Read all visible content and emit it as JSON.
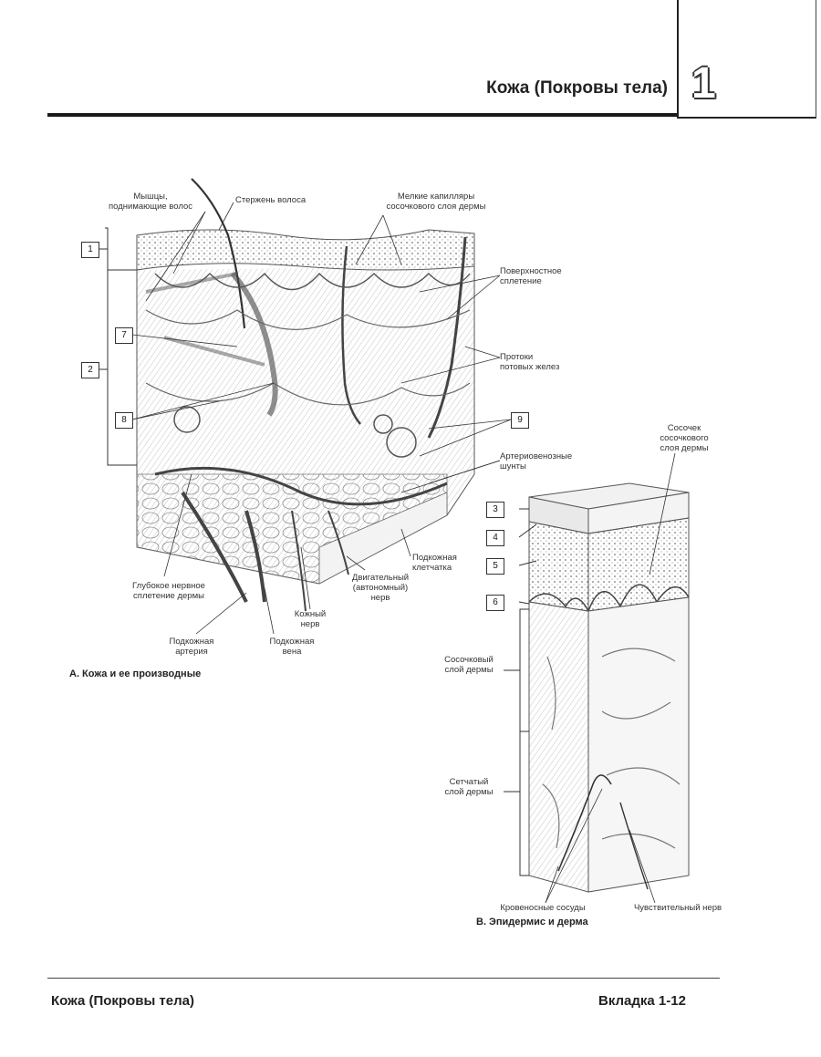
{
  "header": {
    "title": "Кожа (Покровы тела)",
    "tab_number": "1"
  },
  "figure_a": {
    "caption": "A. Кожа и ее производные",
    "boxes": [
      "1",
      "2",
      "7",
      "8",
      "9"
    ],
    "labels": {
      "muscles": "Мышцы,\nподнимающие волос",
      "hair_shaft": "Стержень волоса",
      "capillaries": "Мелкие капилляры\nсосочкового слоя дермы",
      "superficial_plexus": "Поверхностное\nсплетение",
      "sweat_ducts": "Протоки\nпотовых желез",
      "av_shunts": "Артериовенозные\nшунты",
      "deep_plexus": "Глубокое нервное\nсплетение дермы",
      "subcutaneous_tissue": "Подкожная\nклетчатка",
      "motor_nerve": "Двигательный\n(автономный)\nнерв",
      "cutaneous_nerve": "Кожный\nнерв",
      "subcutaneous_artery": "Подкожная\nартерия",
      "subcutaneous_vein": "Подкожная\nвена"
    }
  },
  "figure_b": {
    "caption": "B. Эпидермис и дерма",
    "boxes": [
      "3",
      "4",
      "5",
      "6"
    ],
    "labels": {
      "dermal_papilla": "Сосочек\nсосочкового\nслоя дермы",
      "papillary_layer": "Сосочковый\nслой дермы",
      "reticular_layer": "Сетчатый\nслой дермы",
      "blood_vessels": "Кровеносные сосуды",
      "sensory_nerve": "Чувствительный нерв"
    }
  },
  "footer": {
    "left": "Кожа (Покровы тела)",
    "right": "Вкладка 1-12"
  }
}
